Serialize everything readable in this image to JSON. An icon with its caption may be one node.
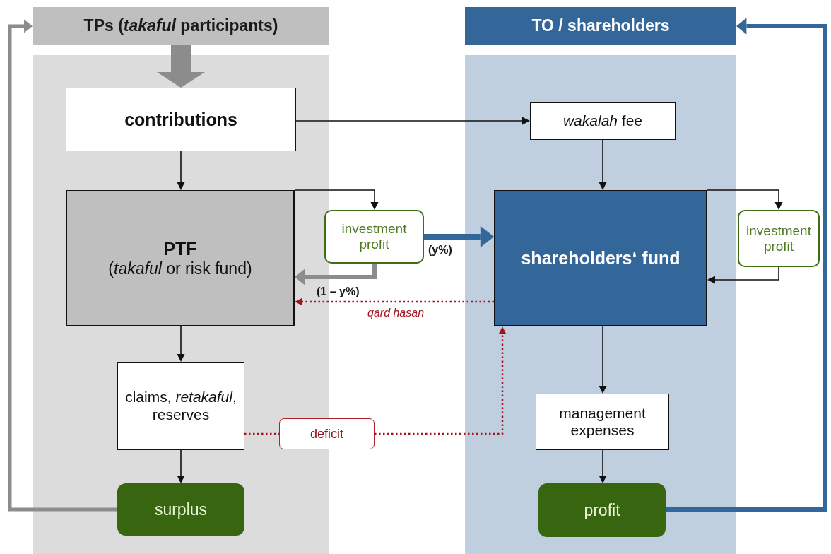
{
  "diagram": {
    "nodes": [
      {
        "text": [
          "TPs (*takaful* participants)"
        ]
      },
      {
        "text": [
          "TO / shareholders"
        ]
      },
      {
        "text": [
          "contributions"
        ]
      },
      {
        "text": [
          "*wakalah* fee"
        ]
      },
      {
        "text": [
          "PTF",
          "(*takaful* or risk fund)"
        ]
      },
      {
        "text": [
          "investment profit"
        ]
      },
      {
        "text": [
          "shareholders‘ fund"
        ]
      },
      {
        "text": [
          "investment profit"
        ]
      },
      {
        "text": [
          "claims, *retakaful*, reserves"
        ]
      },
      {
        "text": [
          "deficit"
        ]
      },
      {
        "text": [
          "management expenses"
        ]
      },
      {
        "text": [
          "surplus"
        ]
      },
      {
        "text": [
          "profit"
        ]
      }
    ],
    "edges": [
      {
        "from": 0,
        "to": 2,
        "arrow": "to",
        "style": "thick",
        "color": "#8c8c8c"
      },
      {
        "from": 2,
        "to": 3,
        "arrow": "to"
      },
      {
        "from": 3,
        "to": 6,
        "arrow": "to"
      },
      {
        "from": 2,
        "to": 4,
        "arrow": "to"
      },
      {
        "from": 4,
        "to": 5,
        "arrow": "to"
      },
      {
        "from": 5,
        "to": 4,
        "arrow": "to",
        "label": "(1 – y%)",
        "style": "thick",
        "color": "#8c8c8c"
      },
      {
        "from": 5,
        "to": 6,
        "arrow": "to",
        "label": "(y%)",
        "style": "thick",
        "color": "#336699"
      },
      {
        "from": 6,
        "to": 7,
        "arrow": "to"
      },
      {
        "from": 7,
        "to": 6,
        "arrow": "to"
      },
      {
        "from": 6,
        "to": 4,
        "arrow": "to",
        "label": "qard hasan",
        "style": "dashed",
        "color": "#a0141e"
      },
      {
        "from": 8,
        "to": 9,
        "arrow": "none",
        "style": "dashed",
        "color": "#a0141e"
      },
      {
        "from": 9,
        "to": 6,
        "arrow": "to",
        "style": "dashed",
        "color": "#a0141e"
      },
      {
        "from": 4,
        "to": 8,
        "arrow": "to"
      },
      {
        "from": 8,
        "to": 11,
        "arrow": "to"
      },
      {
        "from": 6,
        "to": 10,
        "arrow": "to"
      },
      {
        "from": 10,
        "to": 12,
        "arrow": "to"
      },
      {
        "from": 11,
        "to": 0,
        "arrow": "to",
        "style": "thick",
        "color": "#8c8c8c"
      },
      {
        "from": 12,
        "to": 1,
        "arrow": "to",
        "style": "thick",
        "color": "#336699"
      }
    ]
  }
}
